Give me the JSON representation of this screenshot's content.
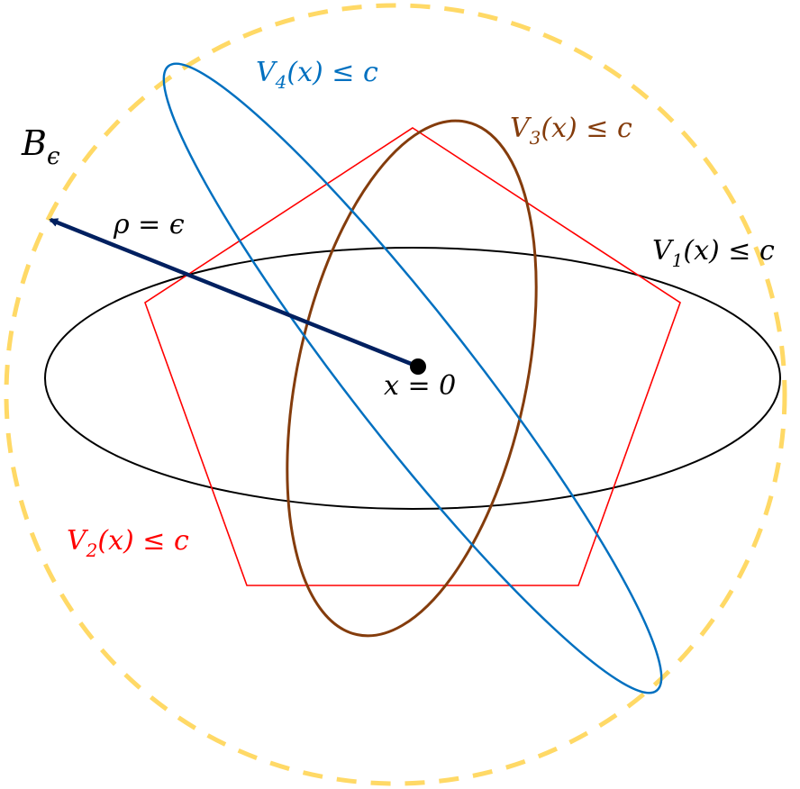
{
  "labels": {
    "ball": {
      "main": "B",
      "sub": "ϵ"
    },
    "radius": "ρ = ϵ",
    "origin": "x = 0",
    "v1": {
      "pre": "V",
      "sub": "1",
      "post": "(x) ≤ c"
    },
    "v2": {
      "pre": "V",
      "sub": "2",
      "post": "(x) ≤ c"
    },
    "v3": {
      "pre": "V",
      "sub": "3",
      "post": "(x) ≤ c"
    },
    "v4": {
      "pre": "V",
      "sub": "4",
      "post": "(x) ≤ c"
    }
  },
  "colors": {
    "ball": "#FFD966",
    "v1": "#000000",
    "v2": "#FF0000",
    "v3": "#843C0C",
    "v4": "#0070C0",
    "arrow": "#002060",
    "text": "#000000"
  }
}
